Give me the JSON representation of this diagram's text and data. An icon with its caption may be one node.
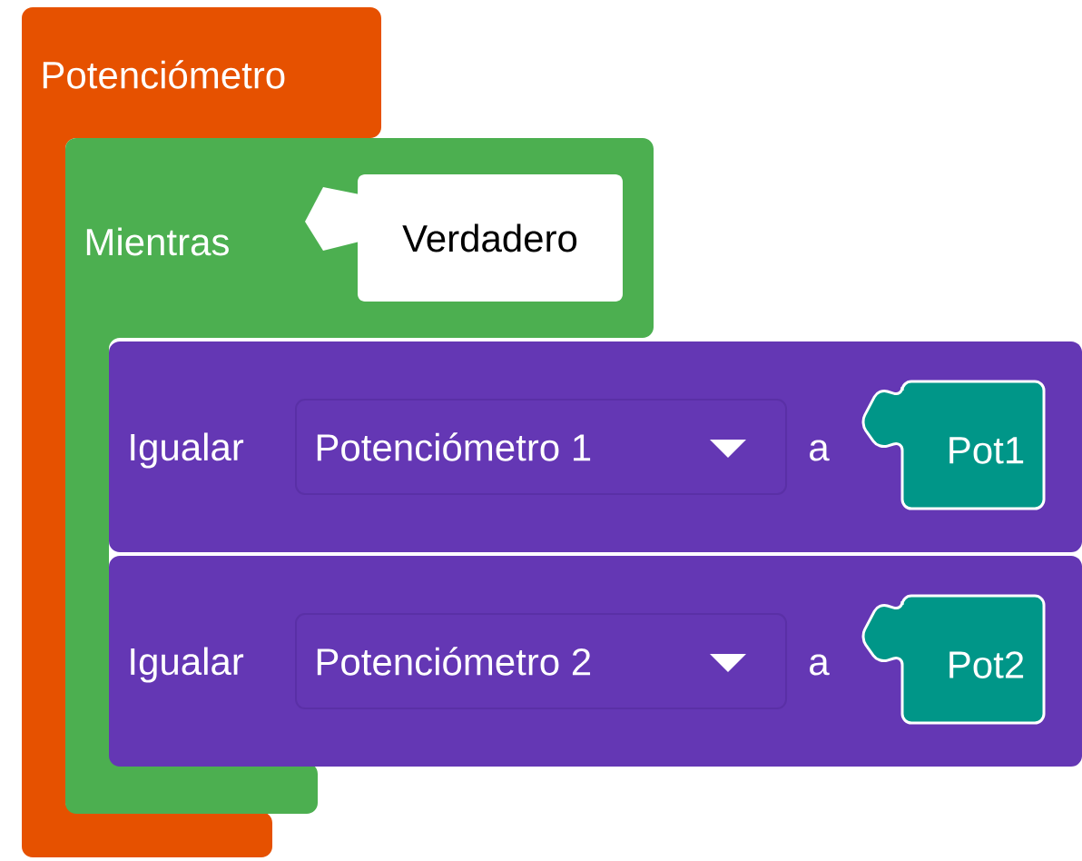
{
  "diagram": {
    "nodes": [
      {
        "text": [
          "Potenciómetro"
        ]
      },
      {
        "text": [
          "Mientras"
        ]
      },
      {
        "text": [
          "Verdadero"
        ],
        "in": 1
      },
      {
        "text": [
          "Igualar",
          "a"
        ]
      },
      {
        "text": [
          "Potenciómetro 1"
        ],
        "in": 3
      },
      {
        "text": [
          "Pot1"
        ],
        "in": 3
      },
      {
        "text": [
          "Igualar",
          "a"
        ]
      },
      {
        "text": [
          "Potenciómetro 2"
        ],
        "in": 6
      },
      {
        "text": [
          "Pot2"
        ],
        "in": 6
      }
    ]
  }
}
